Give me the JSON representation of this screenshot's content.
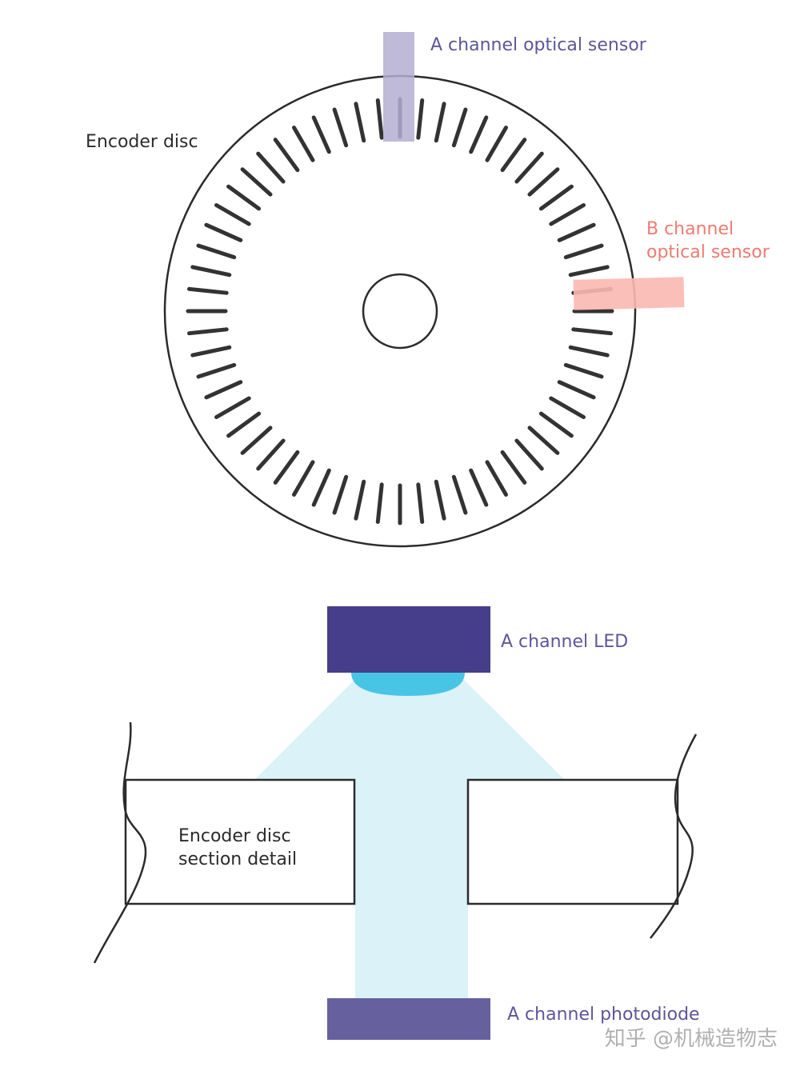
{
  "labels": {
    "a_sensor": "A channel optical sensor",
    "disc": "Encoder disc",
    "b_sensor_line1": "B channel",
    "b_sensor_line2": "optical sensor",
    "a_led": "A channel LED",
    "section_line1": "Encoder disc",
    "section_line2": "section detail",
    "photodiode": "A channel photodiode",
    "watermark": "知乎 @机械造物志"
  },
  "colors": {
    "outline": "#2b2b2b",
    "slot": "#333333",
    "a_channel_text": "#5e5699",
    "b_channel_text": "#ee7b72",
    "a_sensor_fill": "#b3aed0",
    "b_sensor_fill": "#fbb8b3",
    "led_body": "#463e8a",
    "led_lens": "#48c5e5",
    "light_beam": "#daf2f8",
    "photodiode": "#66609e",
    "label_text": "#2b2b2b",
    "watermark": "#b0b0b0"
  },
  "disc": {
    "slot_count": 60
  }
}
